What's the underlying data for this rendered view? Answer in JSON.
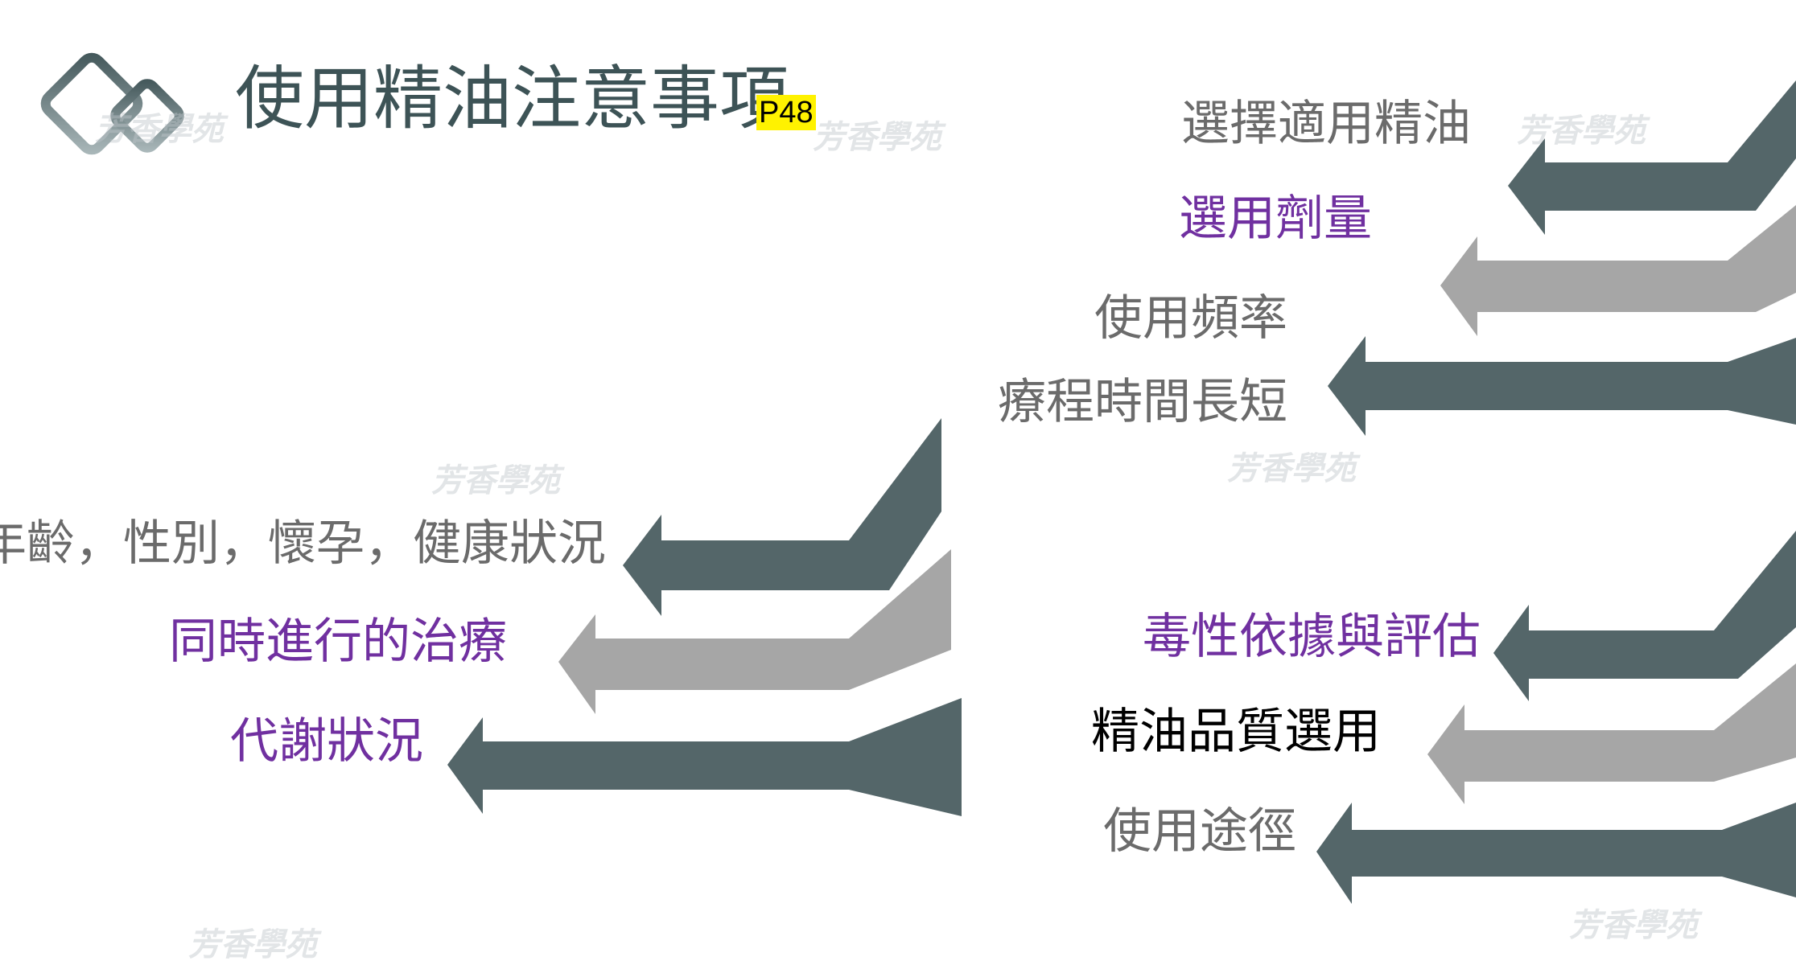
{
  "title": "使用精油注意事項",
  "page_tag": "P48",
  "watermark": "芳香學苑",
  "colors": {
    "dark_arrow": "#546669",
    "light_arrow": "#a6a6a6",
    "gray_text": "#6b6b6b",
    "purple_text": "#7030a0",
    "black_text": "#000000",
    "title_text": "#3d5356",
    "tag_bg": "#fff200"
  },
  "groups": {
    "top_right": {
      "items": [
        {
          "label": "選擇適用精油",
          "style": "gray",
          "arrow": "dark"
        },
        {
          "label": "選用劑量",
          "style": "purple",
          "arrow": "light"
        },
        {
          "label": "使用頻率",
          "style": "gray",
          "arrow": "none"
        },
        {
          "label": "療程時間長短",
          "style": "gray",
          "arrow": "dark"
        }
      ]
    },
    "left": {
      "items": [
        {
          "label": "年齡，性別，懷孕，健康狀況",
          "style": "gray",
          "arrow": "dark"
        },
        {
          "label": "同時進行的治療",
          "style": "purple",
          "arrow": "light"
        },
        {
          "label": "代謝狀況",
          "style": "purple",
          "arrow": "dark"
        }
      ]
    },
    "bottom_right": {
      "items": [
        {
          "label": "毒性依據與評估",
          "style": "purple",
          "arrow": "dark"
        },
        {
          "label": "精油品質選用",
          "style": "black",
          "arrow": "light"
        },
        {
          "label": "使用途徑",
          "style": "gray",
          "arrow": "dark"
        }
      ]
    }
  }
}
